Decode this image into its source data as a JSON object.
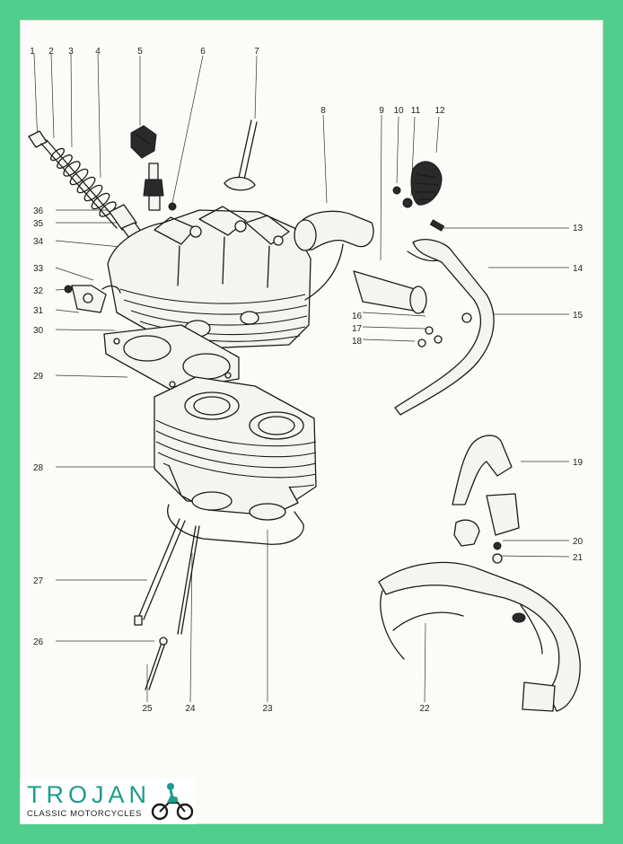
{
  "logo": {
    "brand": "TROJAN",
    "tagline": "CLASSIC MOTORCYCLES"
  },
  "callouts": [
    "1",
    "2",
    "3",
    "4",
    "5",
    "6",
    "7",
    "8",
    "9",
    "10",
    "11",
    "12",
    "13",
    "14",
    "15",
    "16",
    "17",
    "18",
    "19",
    "20",
    "21",
    "22",
    "23",
    "24",
    "25",
    "26",
    "27",
    "28",
    "29",
    "30",
    "31",
    "32",
    "33",
    "34",
    "35",
    "36"
  ],
  "colors": {
    "border": "#4fce8c",
    "brand": "#1e9b8a",
    "ink": "#1b1b1b"
  }
}
